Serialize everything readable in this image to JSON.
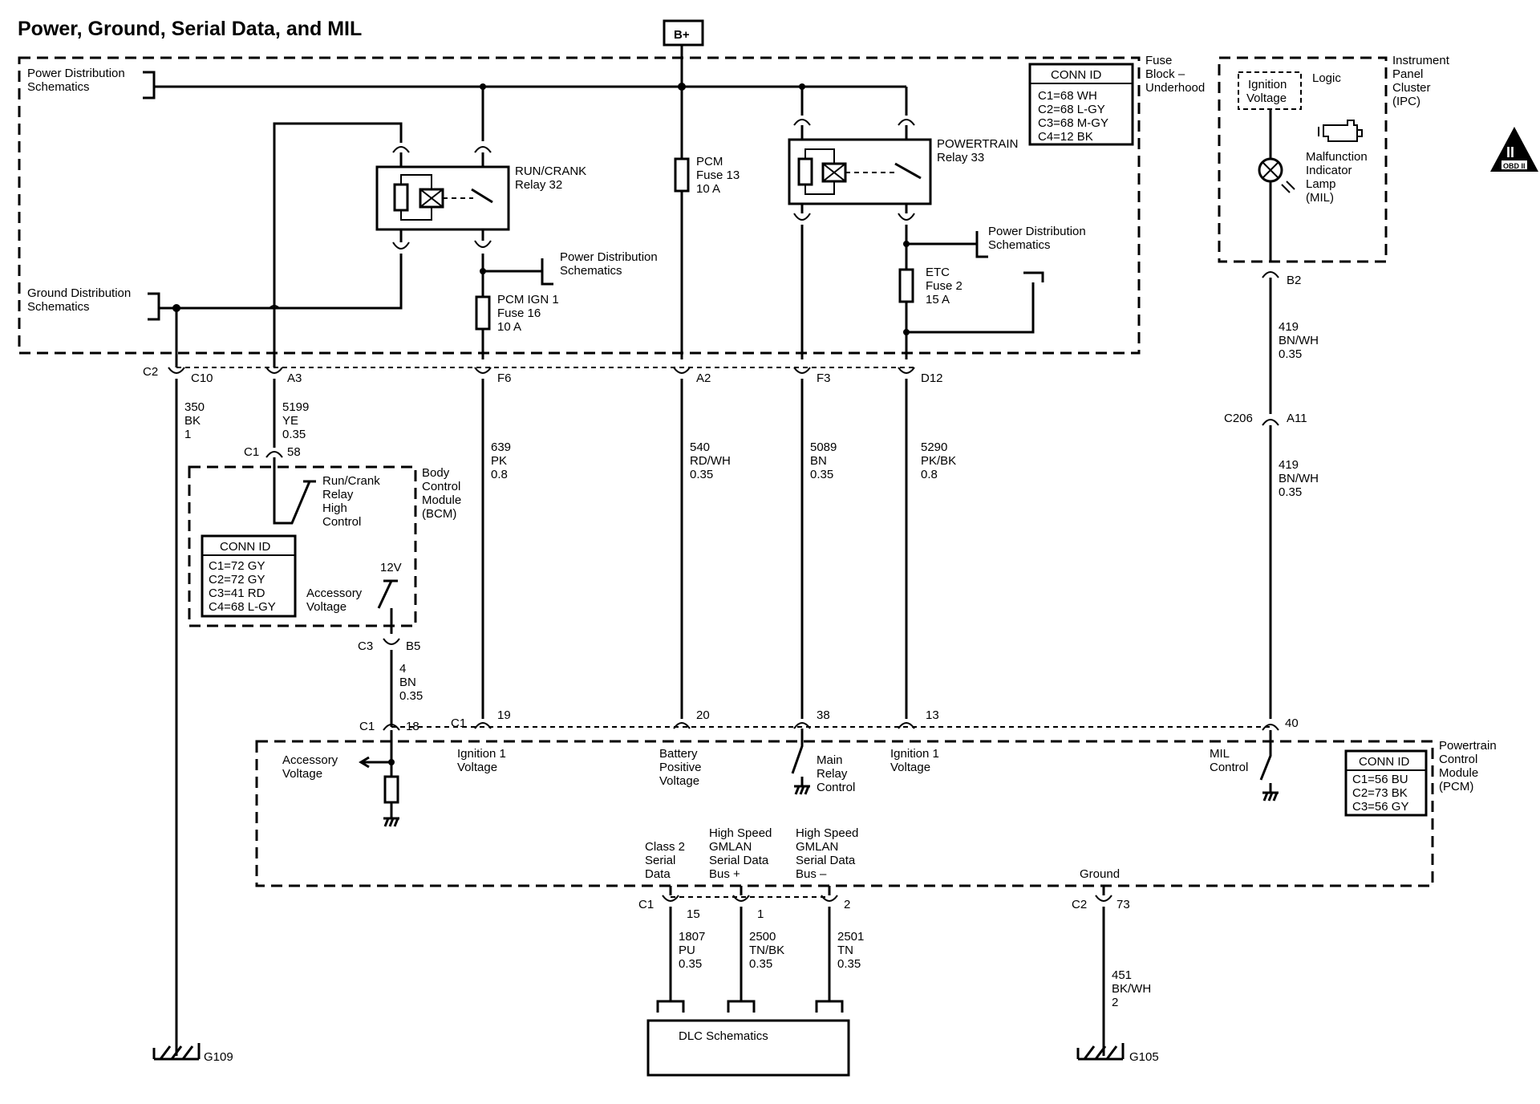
{
  "title": "Power, Ground, Serial Data, and MIL",
  "b_plus": "B+",
  "refs": {
    "power_dist_top": [
      "Power Distribution",
      "Schematics"
    ],
    "ground_dist": [
      "Ground Distribution",
      "Schematics"
    ],
    "power_dist_mid": [
      "Power Distribution",
      "Schematics"
    ],
    "power_dist_right": [
      "Power Distribution",
      "Schematics"
    ],
    "dlc": "DLC Schematics"
  },
  "fuse_block": {
    "label": [
      "Fuse",
      "Block –",
      "Underhood"
    ],
    "conn_id_title": "CONN ID",
    "conn_ids": [
      "C1=68 WH",
      "C2=68 L-GY",
      "C3=68 M-GY",
      "C4=12 BK"
    ]
  },
  "relays": {
    "run_crank": [
      "RUN/CRANK",
      "Relay 32"
    ],
    "powertrain": [
      "POWERTRAIN",
      "Relay 33"
    ]
  },
  "fuses": {
    "pcm_ign1": [
      "PCM IGN 1",
      "Fuse 16",
      "10 A"
    ],
    "pcm": [
      "PCM",
      "Fuse 13",
      "10 A"
    ],
    "etc": [
      "ETC",
      "Fuse 2",
      "15 A"
    ]
  },
  "ipc": {
    "label": [
      "Instrument",
      "Panel",
      "Cluster",
      "(IPC)"
    ],
    "ignition_voltage": [
      "Ignition",
      "Voltage"
    ],
    "logic": "Logic",
    "mil": [
      "Malfunction",
      "Indicator",
      "Lamp",
      "(MIL)"
    ]
  },
  "obd_badge": [
    "II",
    "OBD II"
  ],
  "bcm": {
    "label": [
      "Body",
      "Control",
      "Module",
      "(BCM)"
    ],
    "relay_control": [
      "Run/Crank",
      "Relay",
      "High",
      "Control"
    ],
    "twelve_v": "12V",
    "accessory_voltage": [
      "Accessory",
      "Voltage"
    ],
    "conn_id_title": "CONN ID",
    "conn_ids": [
      "C1=72 GY",
      "C2=72 GY",
      "C3=41 RD",
      "C4=68 L-GY"
    ]
  },
  "pcm": {
    "label": [
      "Powertrain",
      "Control",
      "Module",
      "(PCM)"
    ],
    "conn_id_title": "CONN ID",
    "conn_ids": [
      "C1=56 BU",
      "C2=73 BK",
      "C3=56 GY"
    ],
    "accessory_voltage": [
      "Accessory",
      "Voltage"
    ],
    "ign1_a": [
      "Ignition 1",
      "Voltage"
    ],
    "battery_positive": [
      "Battery",
      "Positive",
      "Voltage"
    ],
    "main_relay": [
      "Main",
      "Relay",
      "Control"
    ],
    "ign1_b": [
      "Ignition 1",
      "Voltage"
    ],
    "mil_control": [
      "MIL",
      "Control"
    ],
    "class2": [
      "Class 2",
      "Serial",
      "Data"
    ],
    "gmlan_plus": [
      "High Speed",
      "GMLAN",
      "Serial Data",
      "Bus +"
    ],
    "gmlan_minus": [
      "High Speed",
      "GMLAN",
      "Serial Data",
      "Bus –"
    ],
    "ground": "Ground"
  },
  "connectors": {
    "c2": "C2",
    "c10": "C10",
    "a3": "A3",
    "f6": "F6",
    "a2": "A2",
    "f3": "F3",
    "d12": "D12",
    "b2": "B2",
    "c206": "C206",
    "a11": "A11",
    "bcm_c1": "C1",
    "bcm_58": "58",
    "bcm_c3": "C3",
    "bcm_b5": "B5",
    "pcm_c1_a": "C1",
    "pcm_18": "18",
    "pcm_c1_b": "C1",
    "pcm_19": "19",
    "pcm_20": "20",
    "pcm_38": "38",
    "pcm_13": "13",
    "pcm_40": "40",
    "pcm_c1_c": "C1",
    "pcm_15": "15",
    "pcm_1": "1",
    "pcm_2": "2",
    "pcm_c2": "C2",
    "pcm_73": "73"
  },
  "wires": {
    "w350": [
      "350",
      "BK",
      "1"
    ],
    "w5199": [
      "5199",
      "YE",
      "0.35"
    ],
    "w639": [
      "639",
      "PK",
      "0.8"
    ],
    "w540": [
      "540",
      "RD/WH",
      "0.35"
    ],
    "w5089": [
      "5089",
      "BN",
      "0.35"
    ],
    "w5290": [
      "5290",
      "PK/BK",
      "0.8"
    ],
    "w419a": [
      "419",
      "BN/WH",
      "0.35"
    ],
    "w419b": [
      "419",
      "BN/WH",
      "0.35"
    ],
    "w4": [
      "4",
      "BN",
      "0.35"
    ],
    "w1807": [
      "1807",
      "PU",
      "0.35"
    ],
    "w2500": [
      "2500",
      "TN/BK",
      "0.35"
    ],
    "w2501": [
      "2501",
      "TN",
      "0.35"
    ],
    "w451": [
      "451",
      "BK/WH",
      "2"
    ]
  },
  "grounds": {
    "g109": "G109",
    "g105": "G105"
  }
}
